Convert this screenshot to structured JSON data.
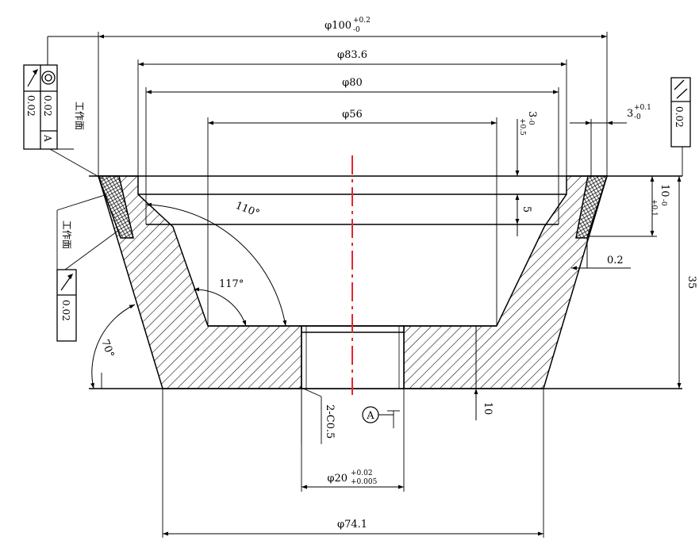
{
  "dimensions": {
    "d100": {
      "main": "φ100",
      "upper": "+0.2",
      "lower": "-0"
    },
    "d83_6": "φ83.6",
    "d80": "φ80",
    "d56": "φ56",
    "d20": {
      "main": "φ20",
      "upper": "+0.02",
      "lower": "+0.005"
    },
    "d74_1": "φ74.1",
    "h35": "35",
    "h10_bottom": "10",
    "h5": "5",
    "h10_top": {
      "main": "10",
      "upper": "+0.1",
      "lower": "-0"
    },
    "w3_top": {
      "main": "3",
      "upper": "+0.5",
      "lower": "-0"
    },
    "w3_right": {
      "main": "3",
      "upper": "+0.1",
      "lower": "-0"
    },
    "offset_0_2": "0.2",
    "chamfer": "2-C0.5",
    "angle_110": "110°",
    "angle_117": "117°",
    "angle_70": "70°"
  },
  "tolerance_frames": {
    "left_top": {
      "concentricity": "0.02",
      "datum": "A",
      "runout": "0.02"
    },
    "left_mid": {
      "runout": "0.02"
    },
    "right_top": {
      "parallelism": "0.02"
    }
  },
  "datum": {
    "label": "A"
  },
  "surface_labels": {
    "top": "工作面",
    "mid": "工作面"
  },
  "colors": {
    "line": "#000000",
    "centerline": "#e8242b"
  }
}
